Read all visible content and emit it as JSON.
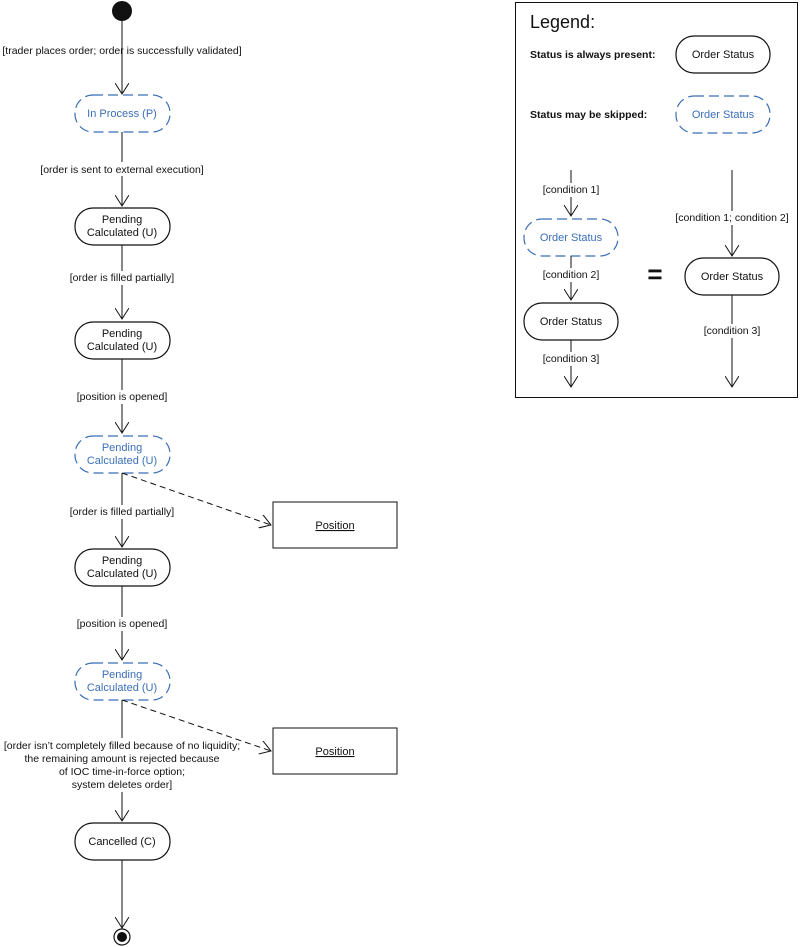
{
  "flow": {
    "start_label": "[trader places order; order is successfully validated]",
    "n1": "In Process (P)",
    "t1": "[order is sent to external execution]",
    "n2_l1": "Pending",
    "n2_l2": "Calculated (U)",
    "t2": "[order is filled partially]",
    "n3_l1": "Pending",
    "n3_l2": "Calculated (U)",
    "t3": "[position is opened]",
    "n4_l1": "Pending",
    "n4_l2": "Calculated (U)",
    "t4": "[order is filled partially]",
    "pos1": "Position",
    "n5_l1": "Pending",
    "n5_l2": "Calculated (U)",
    "t5": "[position is opened]",
    "n6_l1": "Pending",
    "n6_l2": "Calculated (U)",
    "pos2": "Position",
    "t6_l1": "[order isn’t completely filled because of no liquidity;",
    "t6_l2": "the remaining amount is rejected because",
    "t6_l3": "of IOC time-in-force option;",
    "t6_l4": "system deletes order]",
    "n7": "Cancelled (C)"
  },
  "legend": {
    "title": "Legend:",
    "always_label": "Status is always present:",
    "always_node": "Order Status",
    "skipped_label": "Status may be skipped:",
    "skipped_node": "Order Status",
    "cond1": "[condition 1]",
    "left_dashed_node": "Order Status",
    "cond2": "[condition 2]",
    "left_solid_node": "Order Status",
    "cond3_left": "[condition 3]",
    "equals": "=",
    "cond12": "[condition 1; condition 2]",
    "right_node": "Order Status",
    "cond3_right": "[condition 3]"
  },
  "colors": {
    "dashed_stroke": "#3b6fb6",
    "dashed_text": "#3b6fb6",
    "solid_stroke": "#111111"
  }
}
